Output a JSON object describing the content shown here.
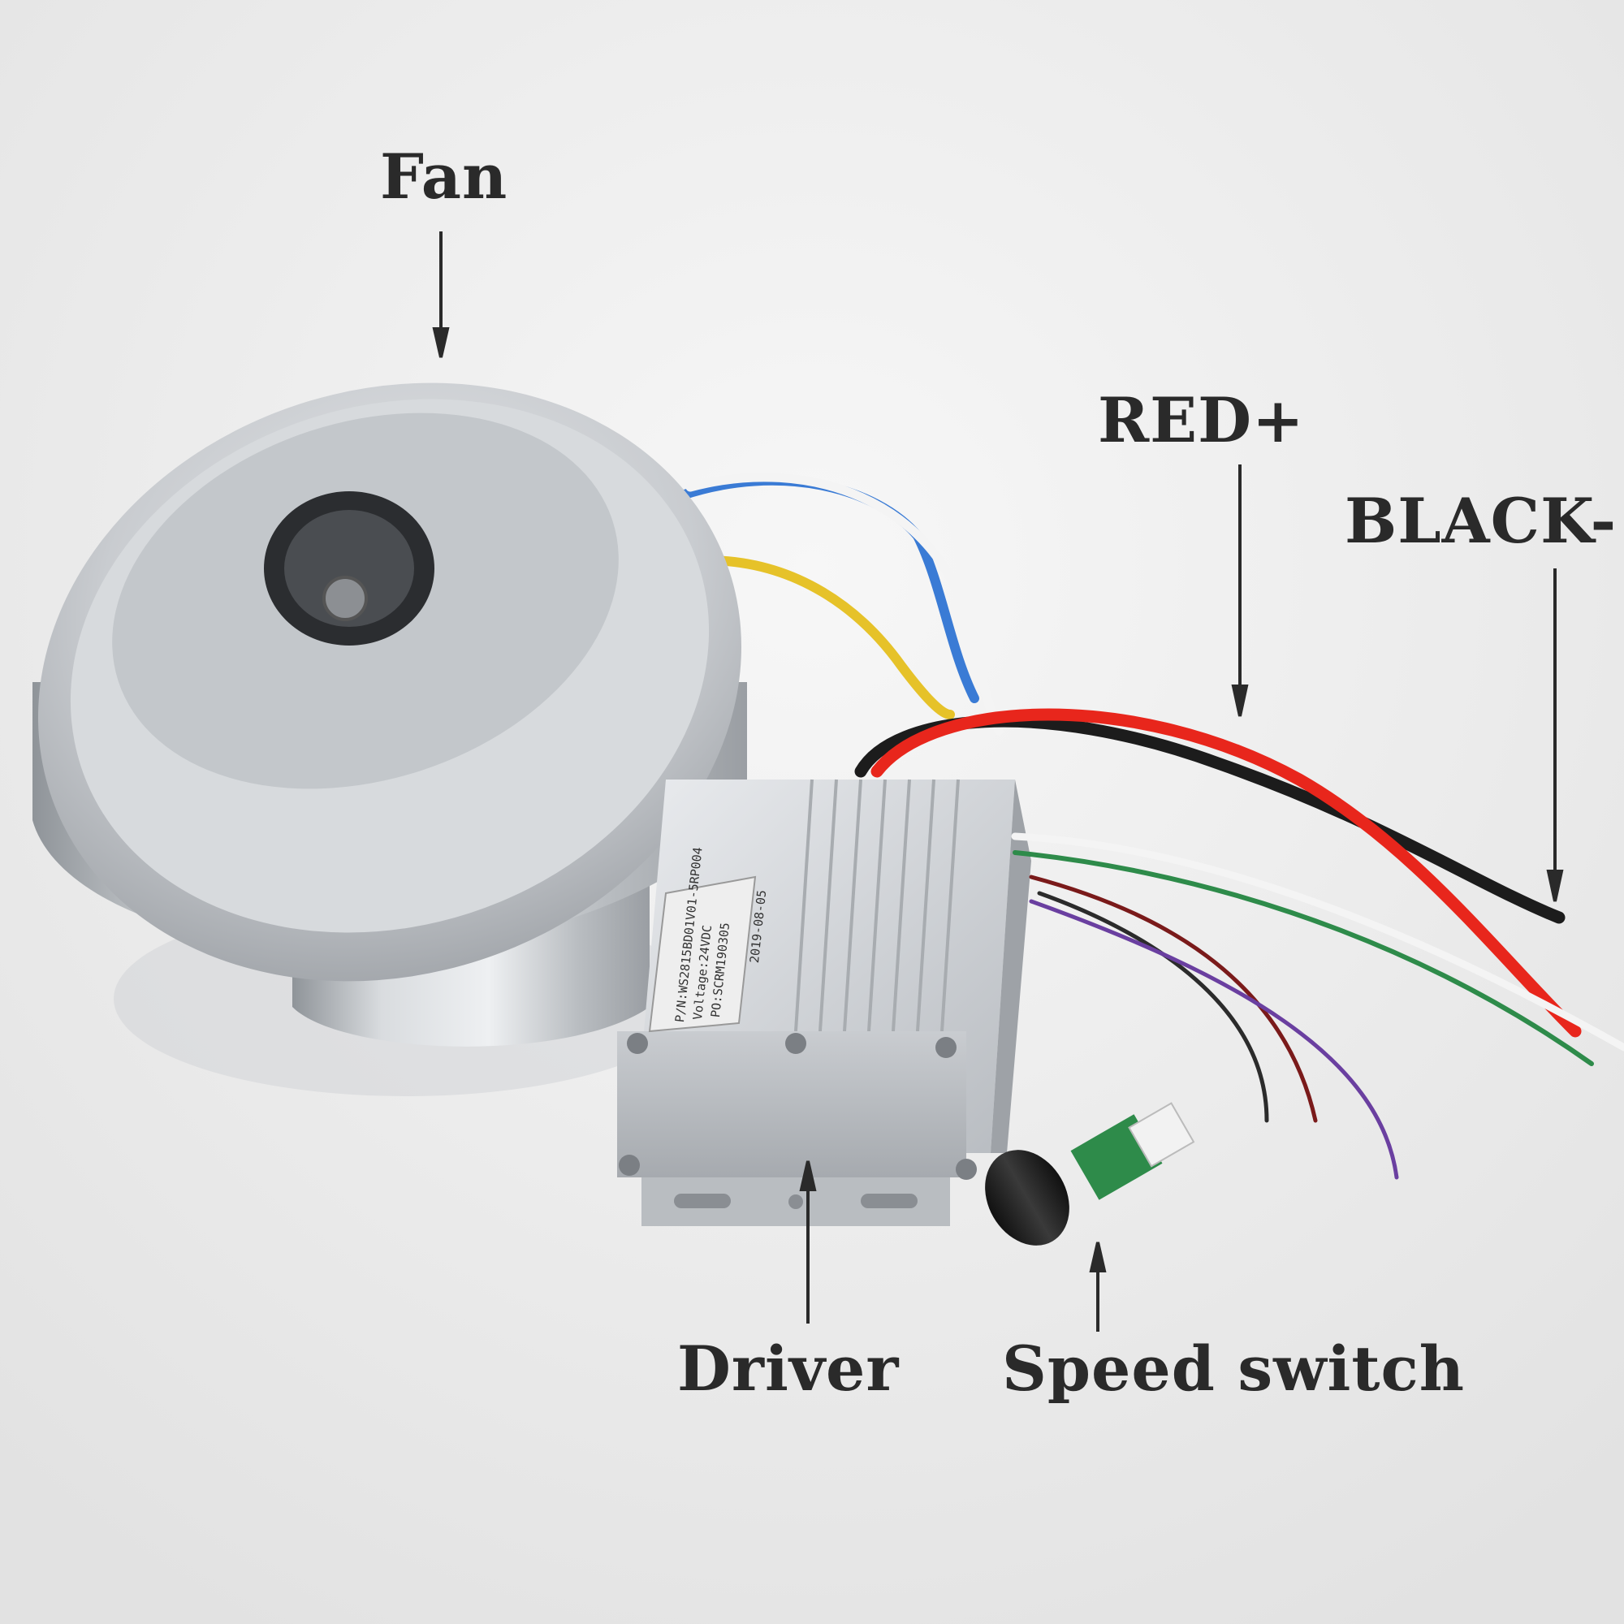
{
  "labels": {
    "fan": "Fan",
    "red": "RED+",
    "black": "BLACK-",
    "driver": "Driver",
    "speed_switch": "Speed switch"
  },
  "sticker": {
    "line1": "P/N:WS2815BD01V01-5RP004",
    "line2": "Voltage:24VDC",
    "line3": "PO:SCRM190305",
    "line4": "2019-08-05"
  },
  "colors": {
    "background": "#eeeeee",
    "label_text": "#2a2a2a",
    "wire_red": "#e8261c",
    "wire_black": "#1c1c1c",
    "wire_blue": "#3a7bd5",
    "wire_yellow": "#e6c229",
    "wire_white": "#f4f4f4",
    "wire_green": "#2e8b4a",
    "wire_purple": "#6a3fa0"
  }
}
